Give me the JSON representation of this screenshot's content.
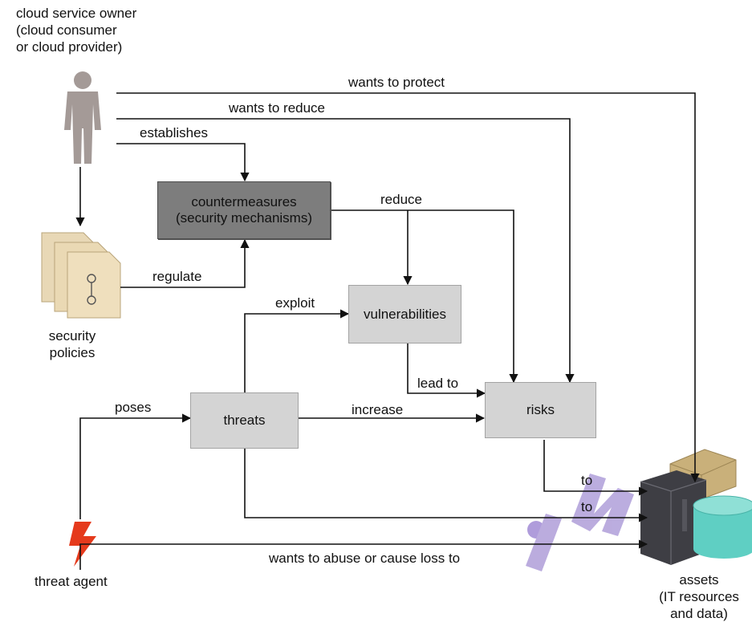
{
  "actors": {
    "owner": "cloud service owner\n(cloud consumer\nor cloud provider)",
    "policies": "security\npolicies",
    "threat_agent": "threat agent",
    "assets": "assets\n(IT resources\nand data)"
  },
  "nodes": {
    "countermeasures": "countermeasures\n(security mechanisms)",
    "vulnerabilities": "vulnerabilities",
    "threats": "threats",
    "risks": "risks"
  },
  "edges": {
    "wants_to_protect": "wants to protect",
    "wants_to_reduce": "wants to reduce",
    "establishes": "establishes",
    "reduce": "reduce",
    "regulate": "regulate",
    "exploit": "exploit",
    "lead_to": "lead to",
    "poses": "poses",
    "increase": "increase",
    "to_risks": "to",
    "to_threats": "to",
    "wants_to_abuse": "wants to abuse or cause loss to"
  },
  "colors": {
    "countermeasures_fill": "#7d7d7d",
    "light_box_fill": "#d4d4d4",
    "person_fill": "#a49a97",
    "policy_fill": "#e8d8b6",
    "lightning": "#e53a1c",
    "server_dark": "#3e3e44",
    "cylinder": "#5fcfc3",
    "crate": "#c9b07a",
    "watermark": "#7b5cc4"
  },
  "icons": [
    "person-icon",
    "policy-documents-icon",
    "lightning-icon",
    "server-icon",
    "database-icon",
    "crate-icon"
  ]
}
